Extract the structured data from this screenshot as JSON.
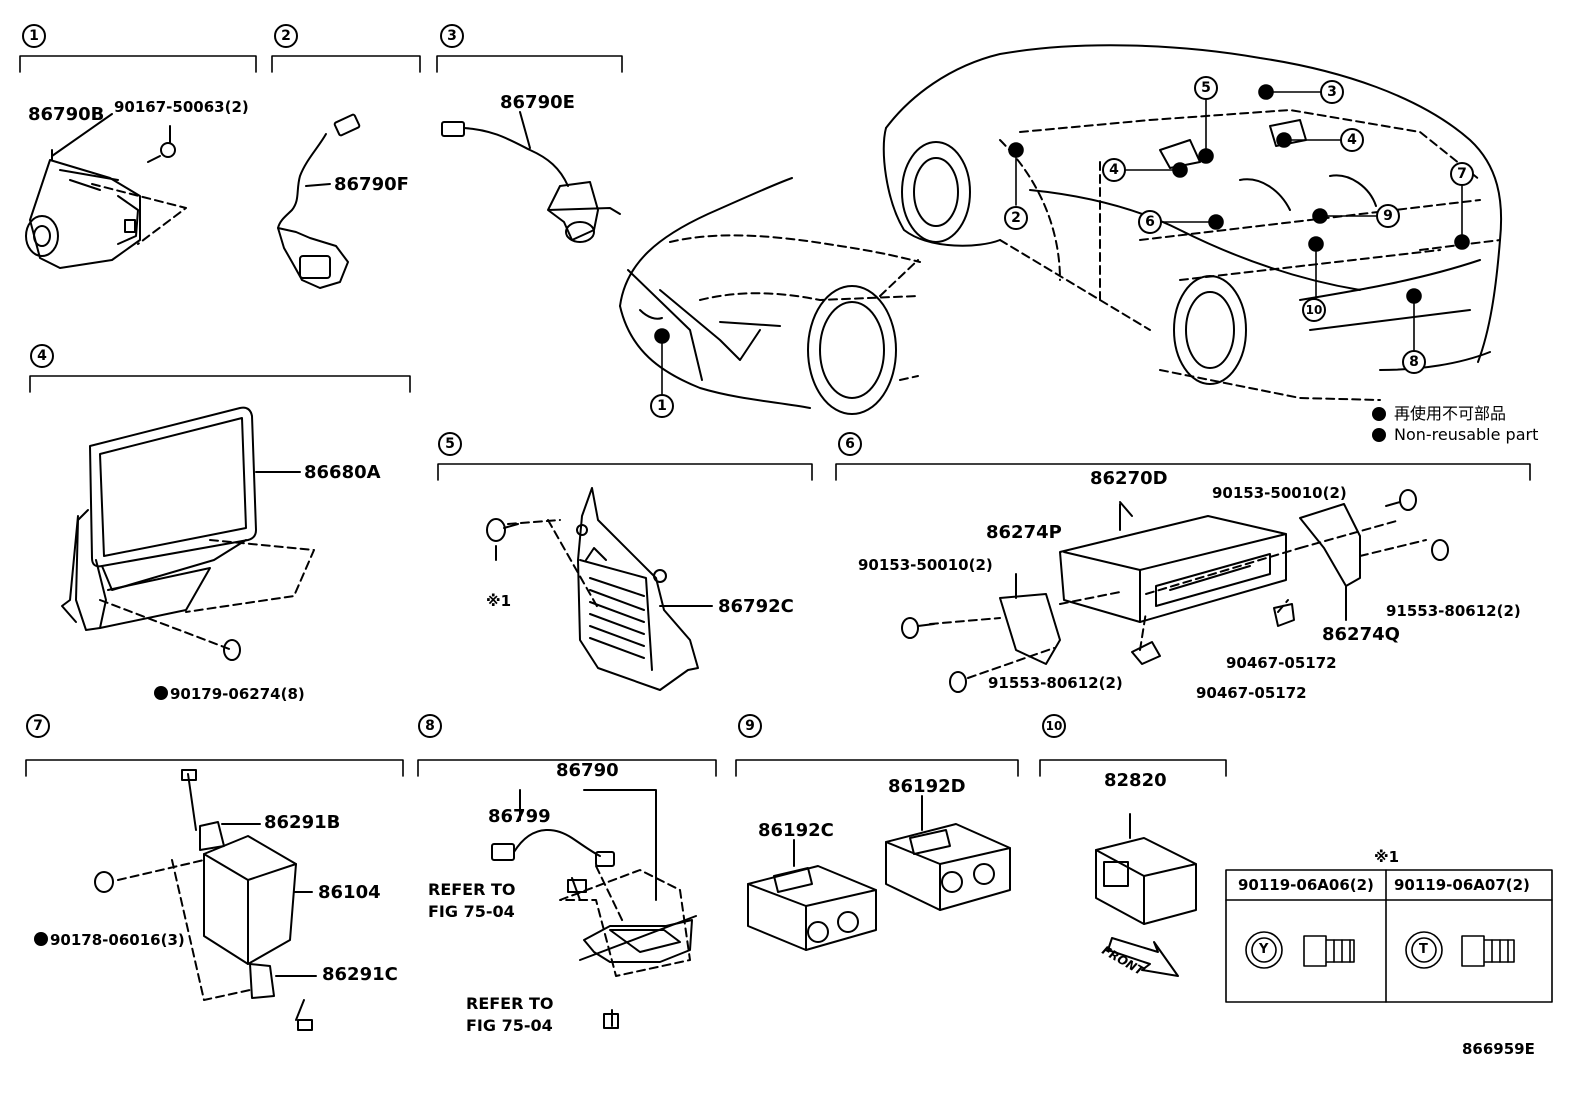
{
  "sections": [
    {
      "num": "1"
    },
    {
      "num": "2"
    },
    {
      "num": "3"
    },
    {
      "num": "4"
    },
    {
      "num": "5"
    },
    {
      "num": "6"
    },
    {
      "num": "7"
    },
    {
      "num": "8"
    },
    {
      "num": "9"
    },
    {
      "num": "10"
    }
  ],
  "parts": {
    "p86790B": "86790B",
    "p90167": "90167-50063(2)",
    "p86790F": "86790F",
    "p86790E": "86790E",
    "p86680A": "86680A",
    "p90179": "90179-06274(8)",
    "p86792C": "86792C",
    "note1": "※1",
    "p86270D": "86270D",
    "p86274P": "86274P",
    "p90153a": "90153-50010(2)",
    "p90153b": "90153-50010(2)",
    "p91553a": "91553-80612(2)",
    "p91553b": "91553-80612(2)",
    "p86274Q": "86274Q",
    "p90467a": "90467-05172",
    "p90467b": "90467-05172",
    "p86291B": "86291B",
    "p86104": "86104",
    "p90178": "90178-06016(3)",
    "p86291C": "86291C",
    "p86790": "86790",
    "p86799": "86799",
    "refer1a": "REFER TO",
    "refer1b": "FIG 75-04",
    "refer2a": "REFER TO",
    "refer2b": "FIG 75-04",
    "p86192C": "86192C",
    "p86192D": "86192D",
    "p82820": "82820",
    "front": "FRONT",
    "figid": "866959E"
  },
  "table": {
    "title": "※1",
    "col1": "90119-06A06(2)",
    "col2": "90119-06A07(2)",
    "sym1": "Y",
    "sym2": "T"
  },
  "legend": {
    "jp": "再使用不可部品",
    "en": "Non-reusable part"
  },
  "callouts": [
    "1",
    "2",
    "3",
    "4",
    "4",
    "5",
    "6",
    "7",
    "8",
    "9",
    "10"
  ]
}
